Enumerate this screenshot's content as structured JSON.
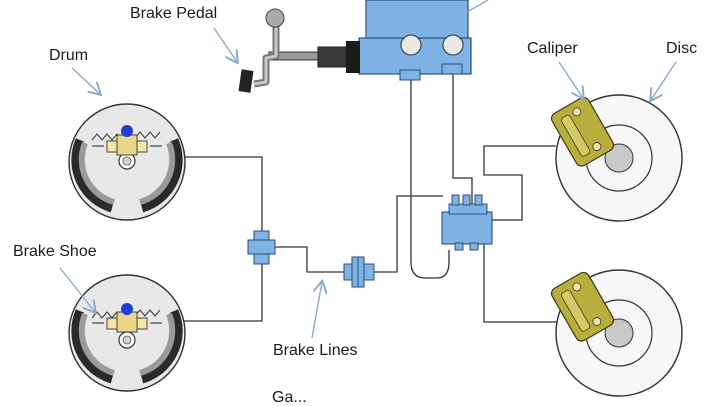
{
  "labels": {
    "brake_pedal": "Brake Pedal",
    "drum": "Drum",
    "caliper": "Caliper",
    "disc": "Disc",
    "brake_shoe": "Brake Shoe",
    "brake_lines": "Brake Lines",
    "bottom_cut": "Ga..."
  },
  "colors": {
    "master_cylinder": "#7fb2e5",
    "caliper": "#b7ae3d",
    "drum_body": "#e6e6e6",
    "shoe": "#8a8a8a",
    "pipe": "#333333",
    "spring_dot": "#1f3fd6",
    "arrow": "#8fa8c7"
  }
}
